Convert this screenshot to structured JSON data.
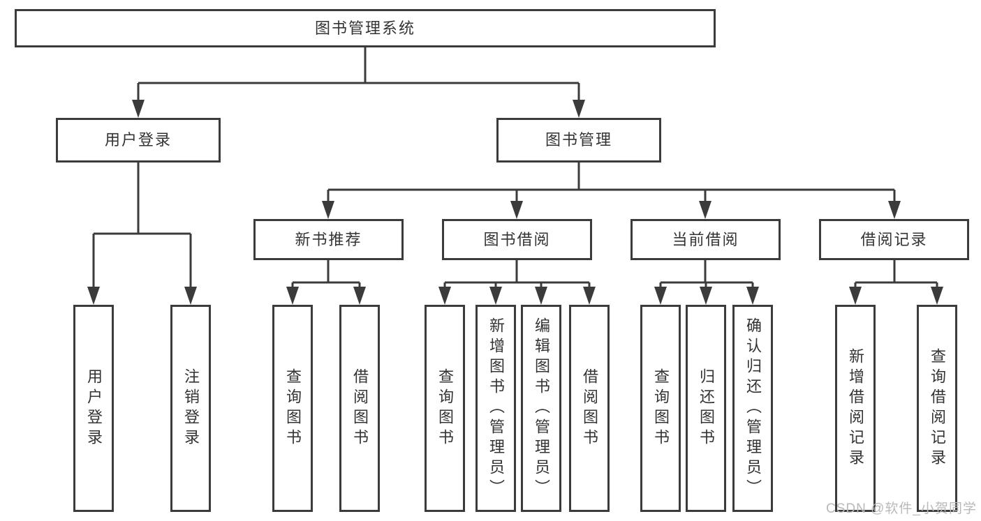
{
  "root": {
    "label": "图书管理系统"
  },
  "branches": [
    {
      "label": "用户登录",
      "children": [
        {
          "label": "用户登录"
        },
        {
          "label": "注销登录"
        }
      ]
    },
    {
      "label": "图书管理",
      "children": [
        {
          "label": "新书推荐",
          "children": [
            {
              "label": "查询图书"
            },
            {
              "label": "借阅图书"
            }
          ]
        },
        {
          "label": "图书借阅",
          "children": [
            {
              "label": "查询图书"
            },
            {
              "label": "新增图书（管理员）"
            },
            {
              "label": "编辑图书（管理员）"
            },
            {
              "label": "借阅图书"
            }
          ]
        },
        {
          "label": "当前借阅",
          "children": [
            {
              "label": "查询图书"
            },
            {
              "label": "归还图书"
            },
            {
              "label": "确认归还（管理员）"
            }
          ]
        },
        {
          "label": "借阅记录",
          "children": [
            {
              "label": "新增借阅记录"
            },
            {
              "label": "查询借阅记录"
            }
          ]
        }
      ]
    }
  ],
  "watermark": "CSDN @软件_小贺同学",
  "colors": {
    "line": "#3b3b3b",
    "text": "#333333",
    "watermark": "#b9b9b9",
    "background": "#ffffff"
  }
}
